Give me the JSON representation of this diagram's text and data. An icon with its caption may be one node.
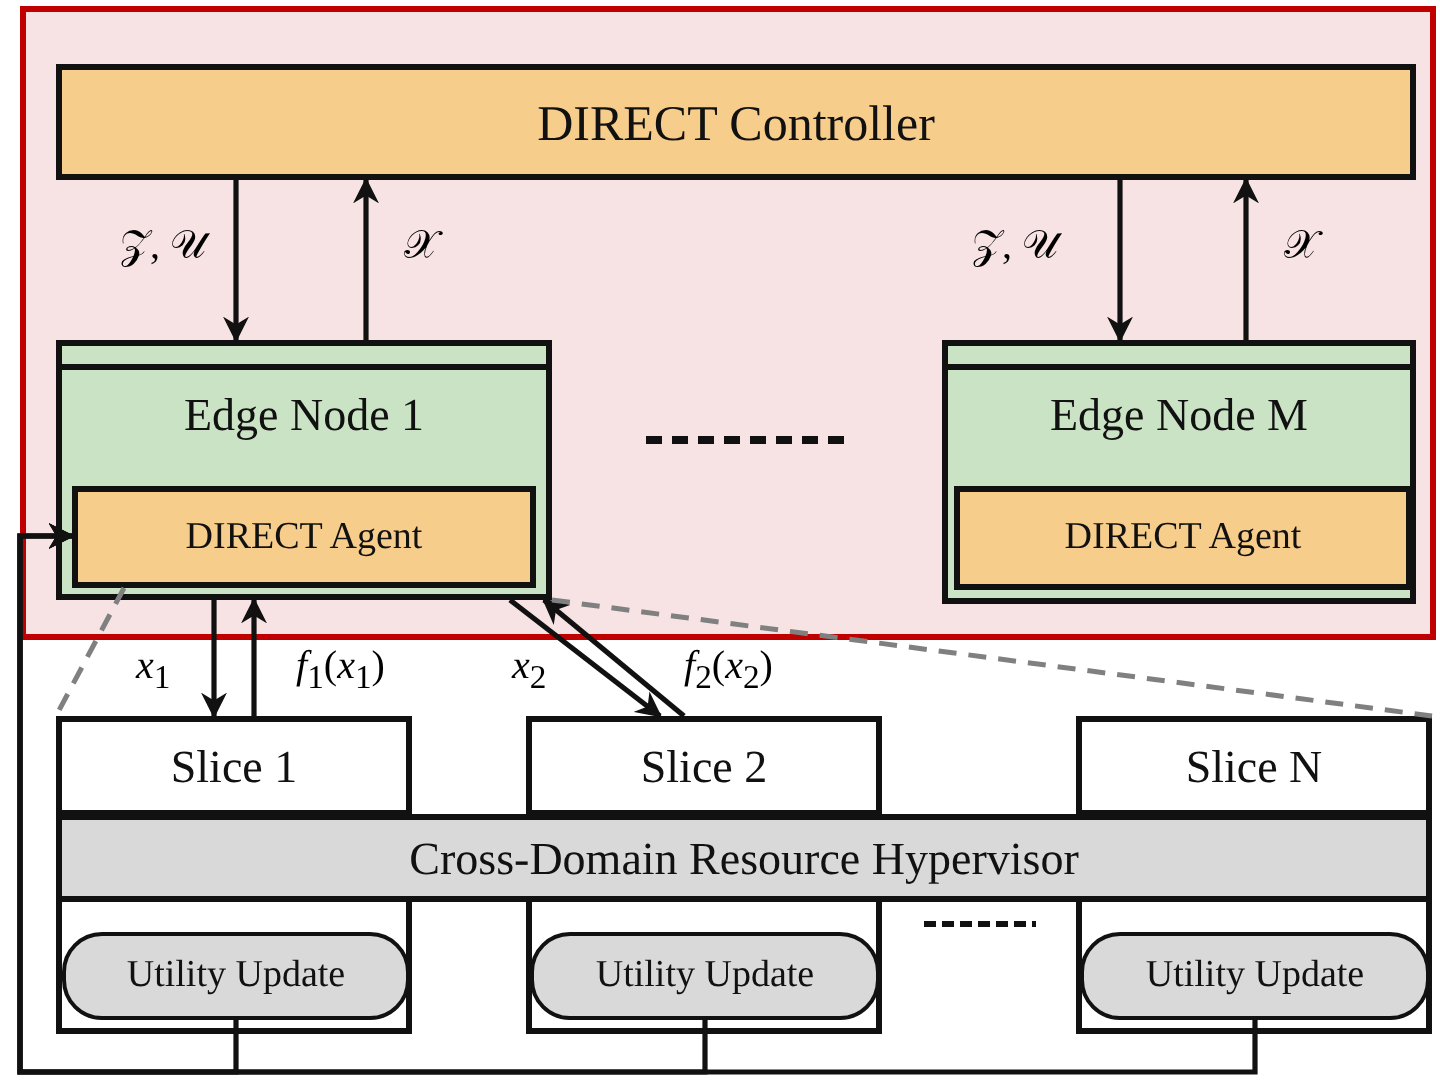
{
  "diagram": {
    "nodes": [
      {
        "text": [],
        "shape": "box"
      },
      {
        "text": [
          "DIRECT Controller"
        ],
        "in": 0
      },
      {
        "text": [
          "Edge Node 1"
        ],
        "in": 0
      },
      {
        "text": [
          "DIRECT Agent"
        ],
        "in": 2
      },
      {
        "text": [
          "Edge Node M"
        ],
        "in": 0
      },
      {
        "text": [
          "DIRECT Agent"
        ],
        "in": 4
      },
      {
        "text": [
          "Slice 1"
        ]
      },
      {
        "text": [
          "Slice 2"
        ]
      },
      {
        "text": [
          "Slice N"
        ]
      },
      {
        "text": [
          "Cross-Domain Resource Hypervisor"
        ]
      },
      {
        "text": [
          "Utility Update"
        ]
      },
      {
        "text": [
          "Utility Update"
        ]
      },
      {
        "text": [
          "Utility Update"
        ]
      }
    ],
    "edges": [
      {
        "from": 1,
        "to": 2,
        "arrow": "to",
        "label": "𝒵, 𝒰"
      },
      {
        "from": 2,
        "to": 1,
        "arrow": "to",
        "label": "𝒳"
      },
      {
        "from": 1,
        "to": 4,
        "arrow": "to",
        "label": "𝒵, 𝒰"
      },
      {
        "from": 4,
        "to": 1,
        "arrow": "to",
        "label": "𝒳"
      },
      {
        "from": 2,
        "to": 6,
        "arrow": "to",
        "label": "*x*$_{1}$"
      },
      {
        "from": 6,
        "to": 2,
        "arrow": "to",
        "label": "*f*$_{1}$(*x*$_{1}$)"
      },
      {
        "from": 2,
        "to": 7,
        "arrow": "to",
        "label": "*x*$_{2}$"
      },
      {
        "from": 7,
        "to": 2,
        "arrow": "to",
        "label": "*f*$_{2}$(*x*$_{2}$)"
      },
      {
        "from": 10,
        "to": 3,
        "arrow": "to"
      },
      {
        "from": 11,
        "to": 3,
        "arrow": "to"
      },
      {
        "from": 12,
        "to": 3,
        "arrow": "to"
      },
      {
        "from": 3,
        "to": 6,
        "arrow": "none",
        "style": "dashed",
        "color": "#808080"
      },
      {
        "from": 2,
        "to": 8,
        "arrow": "none",
        "style": "dashed",
        "color": "#808080"
      }
    ]
  }
}
